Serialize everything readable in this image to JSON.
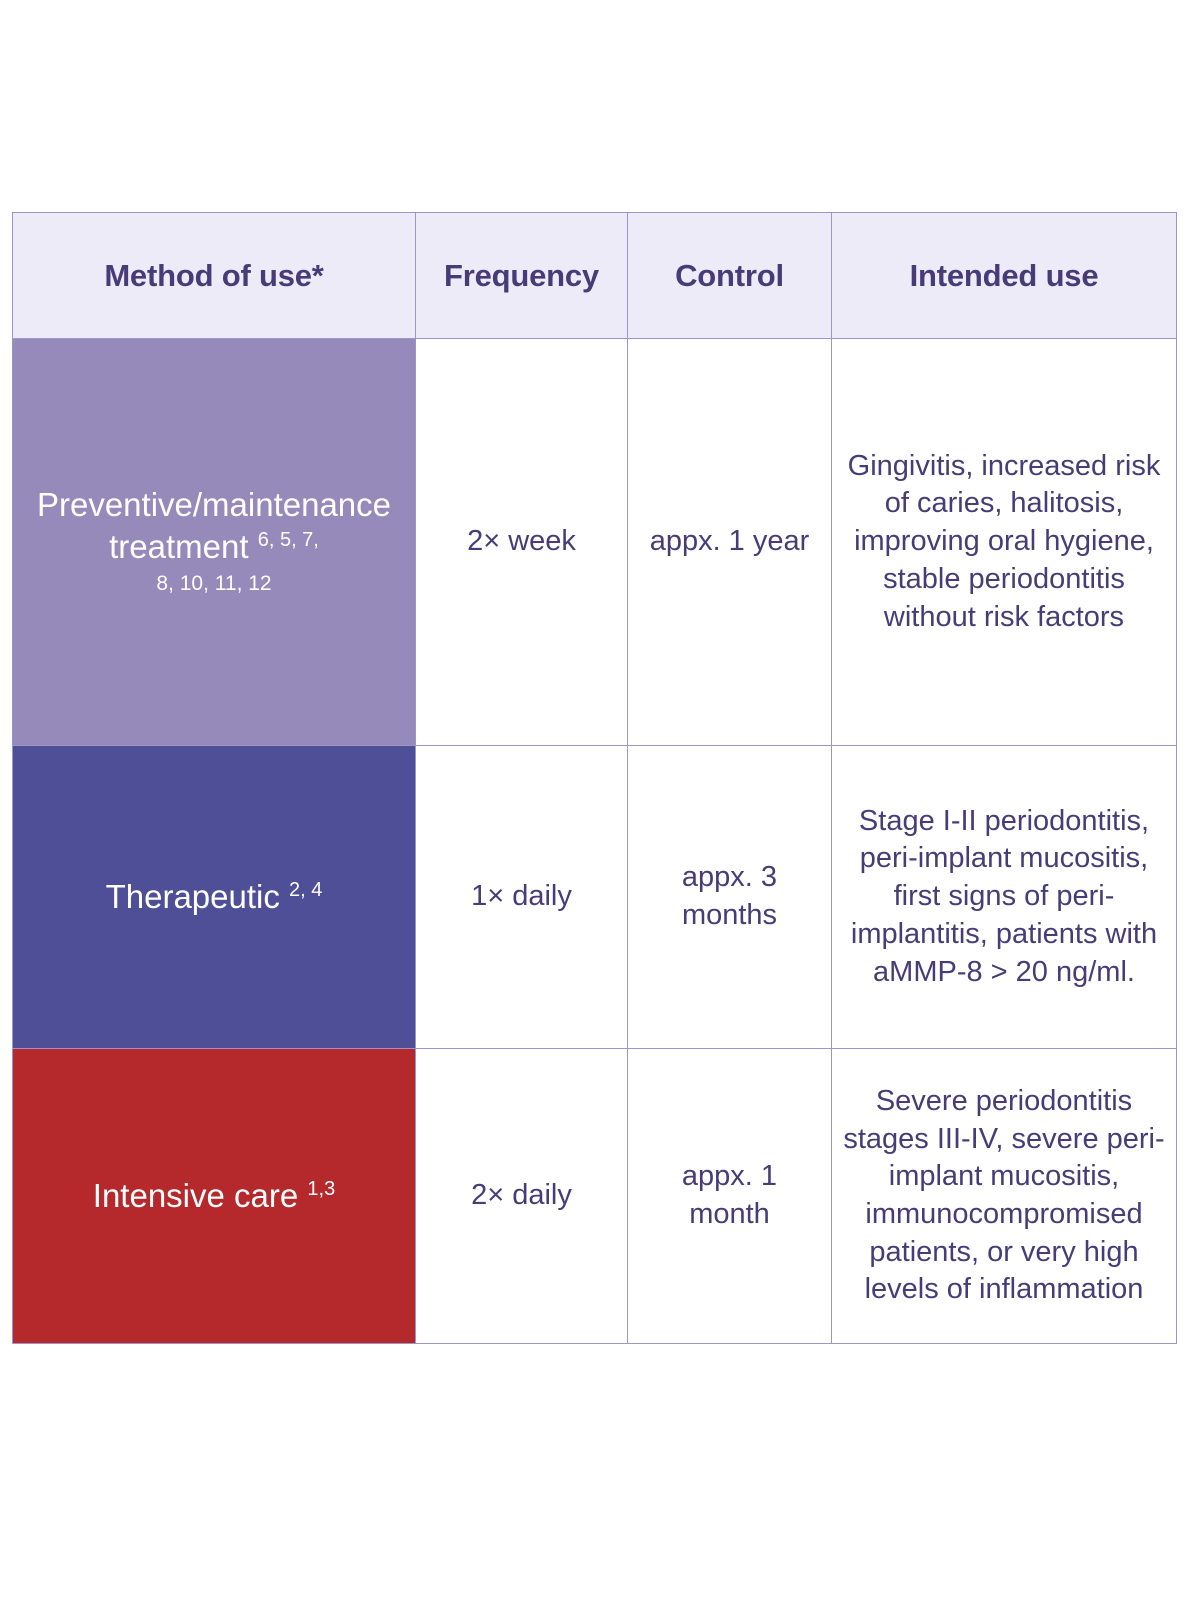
{
  "table": {
    "headers": [
      {
        "label": "Method of use*",
        "name": "method-of-use"
      },
      {
        "label": "Frequency",
        "name": "frequency"
      },
      {
        "label": "Control",
        "name": "control"
      },
      {
        "label": "Intended use",
        "name": "intended-use"
      }
    ],
    "rows": [
      {
        "method": "Preventive/maintenance treatment",
        "method_refs": "6, 5, 7,",
        "method_refs_line2": "8, 10, 11, 12",
        "frequency": "2× week",
        "control": "appx. 1 year",
        "intended_use": "Gingivitis, increased risk of caries, halitosis, improving oral hygiene, stable periodontitis without risk factors",
        "accent_color": "#958ab9"
      },
      {
        "method": "Therapeutic",
        "method_refs": "2, 4",
        "method_refs_line2": "",
        "frequency": "1× daily",
        "control": "appx. 3 months",
        "intended_use": "Stage I-II periodontitis, peri-implant mucositis, first signs of peri-implantitis, patients with aMMP-8 > 20 ng/ml.",
        "accent_color": "#4f4f97"
      },
      {
        "method": "Intensive care",
        "method_refs": "1,3",
        "method_refs_line2": "",
        "frequency": "2× daily",
        "control": "appx. 1 month",
        "intended_use": "Severe periodontitis stages III-IV, severe peri-implant mucositis, immunocompromised patients, or very high levels of inflammation",
        "accent_color": "#b5292c"
      }
    ],
    "colors": {
      "header_background": "#ecebf7",
      "text": "#473c78",
      "border": "#9a96c8",
      "cell_background": "#ffffff"
    }
  }
}
